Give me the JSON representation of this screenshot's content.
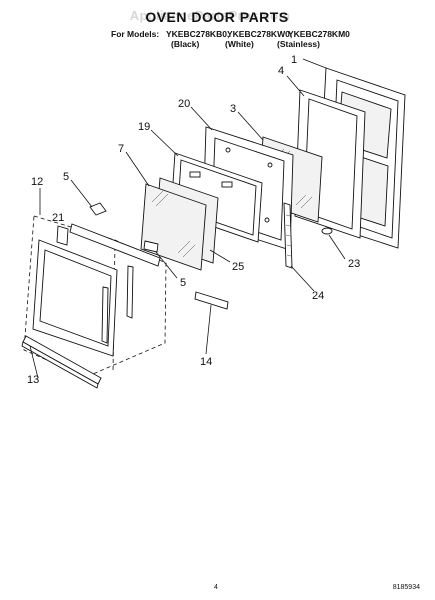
{
  "header": {
    "watermark": "AppliancePartsPros.com",
    "title": "OVEN DOOR PARTS",
    "models_label": "For Models:",
    "models": [
      {
        "code": "YKEBC278KB0,",
        "finish": "(Black)"
      },
      {
        "code": "YKEBC278KW0,",
        "finish": "(White)"
      },
      {
        "code": "YKEBC278KM0",
        "finish": "(Stainless)"
      }
    ]
  },
  "callouts": {
    "c1": "1",
    "c4": "4",
    "c20": "20",
    "c3": "3",
    "c19": "19",
    "c7": "7",
    "c5a": "5",
    "c12": "12",
    "c21": "21",
    "c5b": "5",
    "c25": "25",
    "c23": "23",
    "c24": "24",
    "c14": "14",
    "c13": "13"
  },
  "footer": {
    "page_number": "4",
    "part_number": "8185934"
  }
}
